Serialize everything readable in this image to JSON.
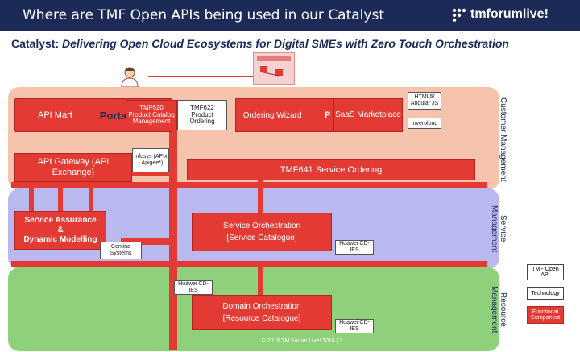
{
  "header": {
    "title": "Where are TMF Open APIs being used in our Catalyst",
    "logo": "tmforumlive!"
  },
  "subtitle": {
    "prefix": "Catalyst:",
    "rest": "Delivering Open Cloud Ecosystems for Digital SMEs with Zero Touch Orchestration"
  },
  "layers": {
    "customer": "Customer Management",
    "service": "Service Management",
    "resource": "Resource Management"
  },
  "boxes": {
    "api_mart": "API Mart",
    "portal": "Portal",
    "tmf620": "TMF620 Product Catalog Management",
    "tmf622": "TMF622 Product Ordering",
    "ordering_wizard": "Ordering Wizard",
    "ordering_wizard_tail": "P",
    "saas_marketplace": "SaaS Marketplace",
    "html5": "HTML5/ Angular JS",
    "inveroloud": "Inveroloud",
    "api_gateway": "API Gateway (API Exchange)",
    "infosys": "Infosys (APIx - Apigee*)",
    "tmf641": "TMF641 Service Ordering",
    "service_assurance_1": "Service Assurance",
    "service_assurance_2": "&",
    "service_assurance_3": "Dynamic Modelling",
    "service_orch_1": "Service Orchestration",
    "service_orch_2": "[Service Catalogue]",
    "huawei_1": "Huawei CD-IES",
    "centina": "Centina Systems",
    "huawei_2": "Huawei CD-IES",
    "domain_orch_1": "Domain Orchestration",
    "domain_orch_2": "[Resource Catalogue]",
    "huawei_3": "Huawei CD-IES"
  },
  "legend": {
    "open_api": "TMF Open API",
    "technology": "Technology",
    "functional": "Functional Component"
  },
  "footer": "© 2016 TM Forum Live! 2016 | 3",
  "colors": {
    "navy": "#1b2a56",
    "red": "#e33a33",
    "customer": "#f6c3ad",
    "service": "#b9b9ef",
    "resource": "#8ed17a"
  }
}
